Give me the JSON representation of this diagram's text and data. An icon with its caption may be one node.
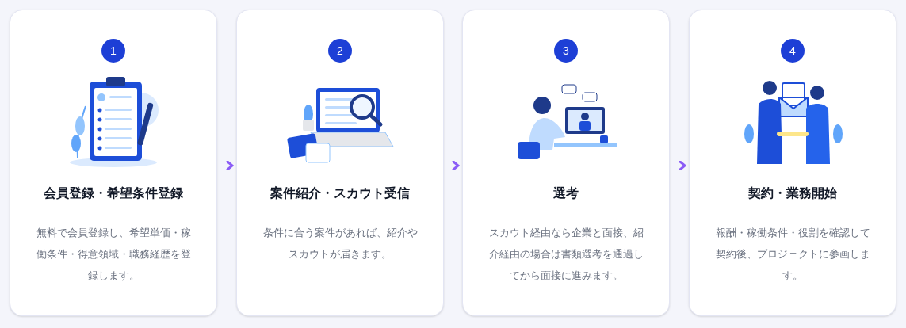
{
  "diagram": {
    "nodes": [
      {
        "text": [
          "1",
          "会員登録・希望条件登録",
          "無料で会員登録し、希望単価・稼働条件・得意領域・職務経歴を登録します。"
        ]
      },
      {
        "text": [
          "2",
          "案件紹介・スカウト受信",
          "条件に合う案件があれば、紹介やスカウトが届きます。"
        ]
      },
      {
        "text": [
          "3",
          "選考",
          "スカウト経由なら企業と面接、紹介経由の場合は書類選考を通過してから面接に進みます。"
        ]
      },
      {
        "text": [
          "4",
          "契約・業務開始",
          "報酬・稼働条件・役割を確認して契約後、プロジェクトに参画します。"
        ]
      }
    ],
    "edges": [
      {
        "from": 0,
        "to": 1,
        "arrow": "to"
      },
      {
        "from": 1,
        "to": 2,
        "arrow": "to"
      },
      {
        "from": 2,
        "to": 3,
        "arrow": "to"
      }
    ]
  }
}
